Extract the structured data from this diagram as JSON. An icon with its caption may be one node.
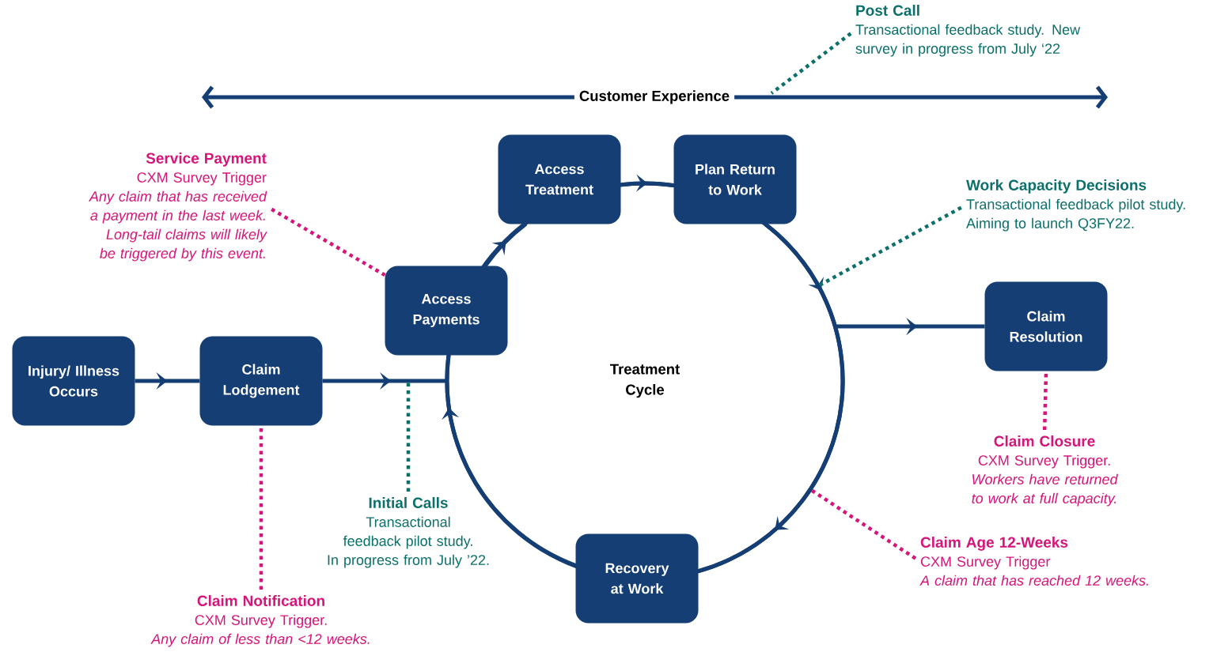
{
  "diagram": {
    "nodes": [
      {
        "text": [
          "Injury/ Illness Occurs"
        ]
      },
      {
        "text": [
          "Claim Lodgement"
        ]
      },
      {
        "text": [
          "Access Payments"
        ]
      },
      {
        "text": [
          "Access Treatment"
        ]
      },
      {
        "text": [
          "Plan Return to Work"
        ]
      },
      {
        "text": [
          "Recovery at Work"
        ]
      },
      {
        "text": [
          "Claim Resolution"
        ]
      },
      {
        "text": [
          "Treatment Cycle"
        ]
      },
      {
        "text": [
          "Customer Experience"
        ]
      },
      {
        "text": [
          "Post Call",
          "Transactional feedback study. New survey in progress from July ‘22"
        ]
      },
      {
        "text": [
          "Service Payment",
          "CXM Survey Trigger",
          "Any claim that has received a payment in the last week. Long-tail claims will likely be triggered by this event."
        ]
      },
      {
        "text": [
          "Work Capacity Decisions",
          "Transactional feedback pilot study. Aiming to launch Q3FY22."
        ]
      },
      {
        "text": [
          "Claim Closure",
          "CXM Survey Trigger.",
          "Workers have returned to work at full capacity."
        ]
      },
      {
        "text": [
          "Claim Age 12-Weeks",
          "CXM Survey Trigger",
          "A claim that has reached 12 weeks."
        ]
      },
      {
        "text": [
          "Initial Calls",
          "Transactional feedback pilot study.",
          "In progress from July ’22."
        ]
      },
      {
        "text": [
          "Claim Notification",
          "CXM Survey Trigger.",
          "Any claim of less than <12 weeks."
        ]
      }
    ],
    "edges": [
      {
        "from": 0,
        "to": 1,
        "arrow": "to"
      },
      {
        "from": 1,
        "to": 7,
        "arrow": "to"
      },
      {
        "from": 7,
        "to": 6,
        "arrow": "to"
      },
      {
        "from": 2,
        "to": 3,
        "arrow": "to"
      },
      {
        "from": 3,
        "to": 4,
        "arrow": "to"
      },
      {
        "from": 4,
        "to": 5,
        "arrow": "to"
      },
      {
        "from": 5,
        "to": 2,
        "arrow": "to"
      },
      {
        "from": 8,
        "to": null,
        "arrow": "to"
      },
      {
        "from": 8,
        "to": null,
        "arrow": "to"
      },
      {
        "from": 9,
        "to": null,
        "arrow": "none",
        "style": "dashed",
        "color": "#0b6f6a"
      },
      {
        "from": 10,
        "to": 2,
        "arrow": "none",
        "style": "dashed",
        "color": "#d6157a"
      },
      {
        "from": 11,
        "to": 7,
        "arrow": "none",
        "style": "dashed",
        "color": "#0b6f6a"
      },
      {
        "from": 12,
        "to": 6,
        "arrow": "none",
        "style": "dashed",
        "color": "#d6157a"
      },
      {
        "from": 13,
        "to": 7,
        "arrow": "none",
        "style": "dashed",
        "color": "#d6157a"
      },
      {
        "from": 14,
        "to": null,
        "arrow": "none",
        "style": "dashed",
        "color": "#0b6f6a"
      },
      {
        "from": 15,
        "to": 1,
        "arrow": "none",
        "style": "dashed",
        "color": "#d6157a"
      }
    ]
  }
}
